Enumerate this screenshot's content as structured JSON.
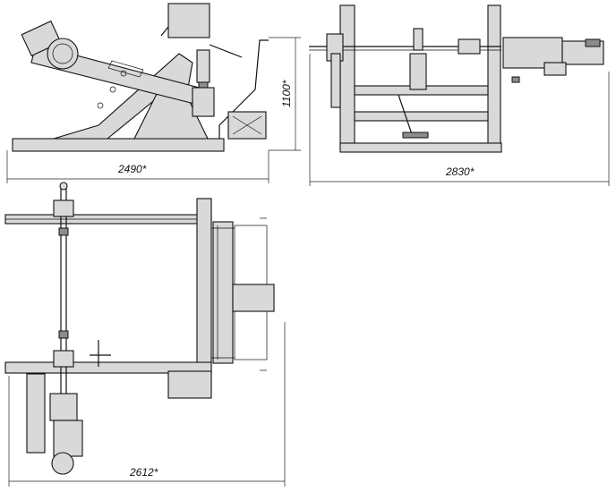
{
  "drawing": {
    "dimensions": {
      "side_width": "2490*",
      "side_height": "1100*",
      "front_width": "2830*",
      "plan_width": "2612*"
    }
  }
}
